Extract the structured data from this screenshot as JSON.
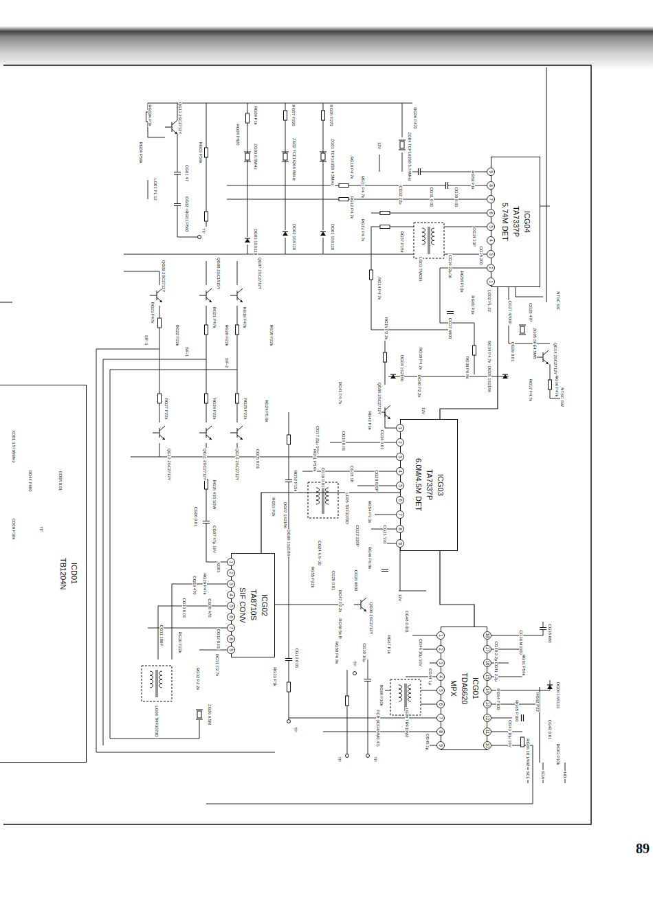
{
  "diagram": {
    "nodes": [
      {
        "text": [
          "ICG04",
          "TA7337P",
          "5.74M DET"
        ]
      },
      {
        "text": [
          "ICD01",
          "TB1204N"
        ]
      },
      {
        "text": [
          "ICG03",
          "TA7337P",
          "6.0M/4.5M DET"
        ]
      },
      {
        "text": [
          "ICG02",
          "TA8710S",
          "SIF CONV"
        ]
      },
      {
        "text": [
          "ICG01",
          "TDA6620",
          "MPX"
        ]
      }
    ],
    "edges": [
      {
        "from": 0,
        "to": 2,
        "arrow": "none"
      },
      {
        "from": 3,
        "to": 2,
        "arrow": "none"
      },
      {
        "from": 2,
        "to": 4,
        "arrow": "none"
      }
    ],
    "labels": [
      "RG02K P1k",
      "QG13 2SC2712Y",
      "RG04 P56k",
      "RG03 P56k",
      "CG01 47",
      "LG01 PL 12",
      "CG02 47",
      "RG01 P560",
      "TP",
      "RG09 P1k",
      "RG08 P820",
      "ZG03 6.5MHz",
      "RG07 P220",
      "ZG02 TCF16266 6MHz",
      "RG05 P270",
      "ZG01 TCF1635B 4.5MHz",
      "RG06 P470",
      "ZG04 TCF1635B 5.74MHz",
      "12V",
      "RG10 P4.7k",
      "RG11 P4.7k",
      "RG12 P4.7k",
      "RG13 P4.7k",
      "CG32 22μ",
      "CG31 0.01",
      "CG30 0.01",
      "RG59 P1k",
      "LG03 TMC91",
      "RG57 P15k",
      "CG34 33P",
      "CG35 200",
      "CG36 22μ16",
      "RG58 P10k",
      "DG03 1SS110",
      "DG02 1SS110",
      "DG01 1SS110",
      "QG09 2SC2712Y",
      "QG08 2SC1815Y",
      "QG07 2SC2712Y",
      "RG14 P4.7k",
      "RG15 P2.2k",
      "RG23 P47k",
      "RG22 P22k",
      "RG21 P47k",
      "RG20 P22k",
      "RG19 P47k",
      "RG18 P22k",
      "SIF-3",
      "SIF-1",
      "SIF-2",
      "RG60 P1k",
      "NTSC SIF",
      "LG02 PL 22",
      "CG27 4700P",
      "CG28 47P",
      "ZG05 SFE4.5MB",
      "CG37 6800",
      "RG34 P4.7k",
      "CG29 0.01",
      "QG14 2SC2712Y",
      "RG36 P47k",
      "RG37 P4.7k",
      "DG05 1S2186",
      "NTSC SW",
      "RG38 P4.7k",
      "RG39 P6.8k",
      "RG40 P2.2k",
      "DG04 1S2186",
      "QG05 2SC2712Y",
      "RG41 P4.7k",
      "12V",
      "RG42 P1k",
      "CG14 0.01",
      "CG17 22μ 16V",
      "CG16 0.01",
      "RG27 P22k",
      "RG26 P22k",
      "RG25 P22k",
      "QG12 2SC2712Y",
      "QG11 2SC2712Y",
      "QG10 2SC2712Y",
      "CG05 0.01",
      "RG24 P5.6k",
      "RG51 P5.6k",
      "CG19 0.01",
      "CG18 18",
      "CG20 820P",
      "RG52 P15k",
      "RG53 P2k",
      "LG05 TRF3070D",
      "DG07 1S2186",
      "RG54 P3.3k",
      "DG08 1S2186",
      "CG22 220P",
      "CG21 330",
      "RG35 430 1/2W",
      "CG06 0.01",
      "CG07 47μ 16V",
      "CG24 6.8~30",
      "RG46 P6.8k",
      "RG55 P22k",
      "CG25 0.01",
      "CG26 6800",
      "RG47 P2.2k",
      "QG06 2SC2712Y",
      "12V",
      "RG49 5k B",
      "RG50 P6.8k",
      "CG30 10μ",
      "TP",
      "XG01",
      "RG29 P47k",
      "CG09 470",
      "CG08 470",
      "CG10 0.01",
      "CG11 180P",
      "RG30 P22k",
      "CG12 0.01",
      "RG31 P2.7k",
      "RG32 P2.2k",
      "LG06 TRF3070D",
      "ZG06 6.5M",
      "RG33 P1k",
      "CG13 0.01",
      "TP",
      "CG48 0.001",
      "RG67 P1k",
      "CG46 10μ 16V",
      "CG44 1μ",
      "RG68 P10k",
      "LG08 TRF10M2",
      "PCB (ICG48/M0.47)",
      "CG45 1μ",
      "TP",
      "TP",
      "CG38 680",
      "CG39 M3300",
      "CG40 2.2μ",
      "CG41 2.2μ",
      "RG61 P56k",
      "DG06 1SS133",
      "RG62 P22",
      "RG64 P100",
      "RG65 P100",
      "CG42 0.01",
      "CG43 10μ 16V",
      "RG66 10 1/4W",
      "RG63 P10k",
      "SCL",
      "SDA",
      "HD",
      "XD01 3.5795MHz",
      "RD44 P680",
      "CD08 0.01",
      "TP",
      "CD09 P10k",
      "89",
      "9",
      "8",
      "7",
      "6",
      "5",
      "4",
      "3",
      "2",
      "1",
      "1",
      "2",
      "3",
      "4",
      "5",
      "6",
      "7",
      "8",
      "9",
      "1",
      "2",
      "3",
      "4",
      "5",
      "6",
      "7",
      "8",
      "9",
      "1",
      "2",
      "3",
      "4",
      "5",
      "6",
      "7",
      "8",
      "9",
      "18",
      "17",
      "16",
      "15",
      "14",
      "13",
      "12",
      "11",
      "10"
    ]
  }
}
